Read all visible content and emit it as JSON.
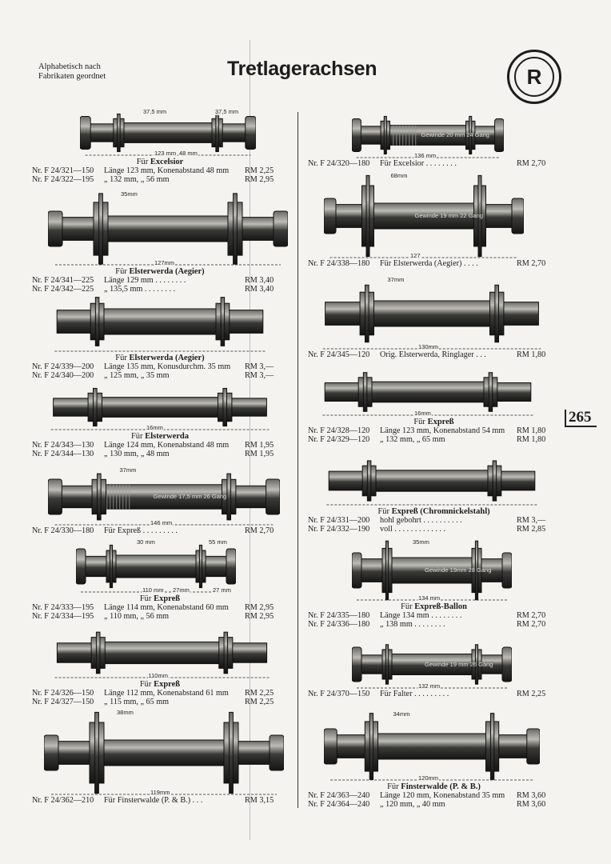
{
  "header": {
    "subtitle_line1": "Alphabetisch nach",
    "subtitle_line2": "Fabrikaten geordnet",
    "title": "Tretlagerachsen",
    "logo_text": "R"
  },
  "page_number": "265",
  "left_column": [
    {
      "dims": [
        "123 mm",
        "37,5 mm",
        "48 mm",
        "37,5 mm"
      ],
      "title_pre": "Für",
      "title": "Excelsior",
      "rows": [
        {
          "nr": "Nr. F 24/321—150",
          "desc": "Länge 123 mm, Konenabstand 48 mm",
          "price": "RM 2,25"
        },
        {
          "nr": "Nr. F 24/322—195",
          "desc": "„ 132 mm, „ 56 mm",
          "price": "RM 2,95"
        }
      ]
    },
    {
      "dims": [
        "127mm",
        "35mm"
      ],
      "title_pre": "Für",
      "title": "Elsterwerda (Aegier)",
      "rows": [
        {
          "nr": "Nr. F 24/341—225",
          "desc": "Länge 129 mm . . . . . . . .",
          "price": "RM 3,40"
        },
        {
          "nr": "Nr. F 24/342—225",
          "desc": "„ 135,5 mm . . . . . . . .",
          "price": "RM 3,40"
        }
      ]
    },
    {
      "dims": [],
      "title_pre": "Für",
      "title": "Elsterwerda (Aegier)",
      "rows": [
        {
          "nr": "Nr. F 24/339—200",
          "desc": "Länge 135 mm, Konusdurchm. 35 mm",
          "price": "RM 3,—"
        },
        {
          "nr": "Nr. F 24/340—200",
          "desc": "„ 125 mm, „ 35 mm",
          "price": "RM 3,—"
        }
      ]
    },
    {
      "dims": [
        "16mm"
      ],
      "title_pre": "Für",
      "title": "Elsterwerda",
      "rows": [
        {
          "nr": "Nr. F 24/343—130",
          "desc": "Länge 124 mm, Konenabstand 48 mm",
          "price": "RM 1,95"
        },
        {
          "nr": "Nr. F 24/344—130",
          "desc": "„ 130 mm, „ 48 mm",
          "price": "RM 1,95"
        }
      ]
    },
    {
      "dims": [
        "146 mm",
        "37mm",
        "Gewinde 17,5 mm 26 Gang"
      ],
      "title_pre": "",
      "title": "",
      "rows": [
        {
          "nr": "Nr. F 24/330—180",
          "desc": "Für Expreß . . . . . . . . .",
          "price": "RM 2,70"
        }
      ]
    },
    {
      "dims": [
        "110 mm",
        "30 mm",
        "27mm",
        "55 mm",
        "27 mm"
      ],
      "title_pre": "Für",
      "title": "Expreß",
      "rows": [
        {
          "nr": "Nr. F 24/333—195",
          "desc": "Länge 114 mm, Konenabstand 60 mm",
          "price": "RM 2,95"
        },
        {
          "nr": "Nr. F 24/334—195",
          "desc": "„ 110 mm, „ 56 mm",
          "price": "RM 2,95"
        }
      ]
    },
    {
      "dims": [
        "110mm"
      ],
      "title_pre": "Für",
      "title": "Expreß",
      "rows": [
        {
          "nr": "Nr. F 24/326—150",
          "desc": "Länge 112 mm, Konenabstand 61 mm",
          "price": "RM 2,25"
        },
        {
          "nr": "Nr. F 24/327—150",
          "desc": "„ 115 mm, „ 65 mm",
          "price": "RM 2,25"
        }
      ]
    },
    {
      "dims": [
        "119mm",
        "38mm"
      ],
      "title_pre": "",
      "title": "",
      "rows": [
        {
          "nr": "Nr. F 24/362—210",
          "desc": "Für Finsterwalde (P. & B.) . . .",
          "price": "RM 3,15"
        }
      ]
    }
  ],
  "right_column": [
    {
      "dims": [
        "136 mm",
        "Gewinde 20 mm 24 Gang"
      ],
      "title_pre": "",
      "title": "",
      "rows": [
        {
          "nr": "Nr. F 24/320—180",
          "desc": "Für Excelsior . . . . . . . .",
          "price": "RM 2,70"
        }
      ]
    },
    {
      "dims": [
        "127",
        "68mm",
        "Gewinde 19 mm 22 Gang"
      ],
      "title_pre": "",
      "title": "",
      "rows": [
        {
          "nr": "Nr. F 24/338—180",
          "desc": "Für Elsterwerda (Aegier) . . . .",
          "price": "RM 2,70"
        }
      ]
    },
    {
      "dims": [
        "130mm",
        "37mm"
      ],
      "title_pre": "",
      "title": "",
      "rows": [
        {
          "nr": "Nr. F 24/345—120",
          "desc": "Orig. Elsterwerda, Ringlager . . .",
          "price": "RM 1,80"
        }
      ]
    },
    {
      "dims": [
        "16mm"
      ],
      "title_pre": "Für",
      "title": "Expreß",
      "rows": [
        {
          "nr": "Nr. F 24/328—120",
          "desc": "Länge 123 mm, Konenabstand 54 mm",
          "price": "RM 1,80"
        },
        {
          "nr": "Nr. F 24/329—120",
          "desc": "„ 132 mm, „ 65 mm",
          "price": "RM 1,80"
        }
      ]
    },
    {
      "dims": [],
      "title_pre": "Für",
      "title": "Expreß (Chromnickelstahl)",
      "rows": [
        {
          "nr": "Nr. F 24/331—200",
          "desc": "hohl gebohrt . . . . . . . . . .",
          "price": "RM 3,—"
        },
        {
          "nr": "Nr. F 24/332—190",
          "desc": "voll . . . . . . . . . . . . .",
          "price": "RM 2,85"
        }
      ]
    },
    {
      "dims": [
        "134 mm",
        "35mm",
        "Gewinde 19mm 28 Gang"
      ],
      "title_pre": "Für",
      "title": "Expreß-Ballon",
      "rows": [
        {
          "nr": "Nr. F 24/335—180",
          "desc": "Länge 134 mm . . . . . . . .",
          "price": "RM 2,70"
        },
        {
          "nr": "Nr. F 24/336—180",
          "desc": "„ 138 mm . . . . . . . .",
          "price": "RM 2,70"
        }
      ]
    },
    {
      "dims": [
        "132 mm",
        "Gewinde 19 mm 26 Gang"
      ],
      "title_pre": "",
      "title": "",
      "rows": [
        {
          "nr": "Nr. F 24/370—150",
          "desc": "Für Falter . . . . . . . . .",
          "price": "RM 2,25"
        }
      ]
    },
    {
      "dims": [
        "120mm",
        "34mm"
      ],
      "title_pre": "Für",
      "title": "Finsterwalde (P. & B.)",
      "rows": [
        {
          "nr": "Nr. F 24/363—240",
          "desc": "Länge 120 mm, Konenabstand 35 mm",
          "price": "RM 3,60"
        },
        {
          "nr": "Nr. F 24/364—240",
          "desc": "„ 120 mm, „ 40 mm",
          "price": "RM 3,60"
        }
      ]
    }
  ]
}
